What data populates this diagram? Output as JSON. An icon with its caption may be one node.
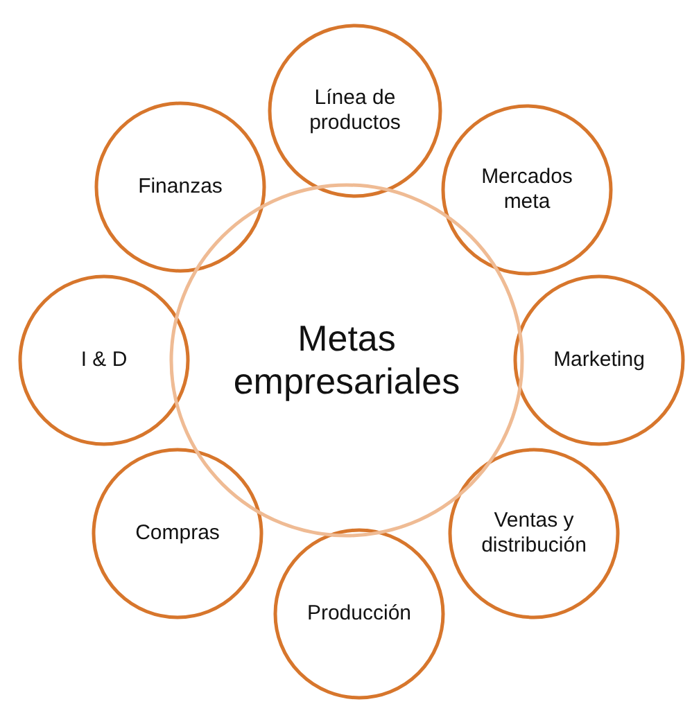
{
  "diagram": {
    "nodes": [
      {
        "text": [
          "Metas empresariales"
        ]
      },
      {
        "text": [
          "Línea de productos"
        ]
      },
      {
        "text": [
          "Mercados meta"
        ]
      },
      {
        "text": [
          "Marketing"
        ]
      },
      {
        "text": [
          "Ventas y distribución"
        ]
      },
      {
        "text": [
          "Producción"
        ]
      },
      {
        "text": [
          "Compras"
        ]
      },
      {
        "text": [
          "I & D"
        ]
      },
      {
        "text": [
          "Finanzas"
        ]
      }
    ]
  }
}
